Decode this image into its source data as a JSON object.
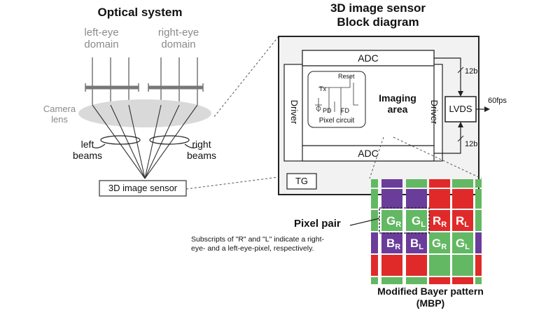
{
  "optical": {
    "title": "Optical system",
    "left_domain": "left-eye\ndomain",
    "right_domain": "right-eye\ndomain",
    "camera_lens": "Camera\nlens",
    "left_beams": "left\nbeams",
    "right_beams": "right\nbeams",
    "sensor_box": "3D image sensor"
  },
  "block": {
    "title": "3D image sensor\nBlock diagram",
    "adc_top": "ADC",
    "adc_bottom": "ADC",
    "driver_left": "Driver",
    "driver_right": "Driver",
    "reset": "Reset",
    "tx": "Tx",
    "pd": "PD",
    "fd": "FD",
    "pixel_circuit": "Pixel circuit",
    "imaging_area": "Imaging\narea",
    "lvds": "LVDS",
    "bits_top": "12b",
    "bits_bottom": "12b",
    "fps": "60fps",
    "tg": "TG"
  },
  "bayer": {
    "pixel_pair_label": "Pixel pair",
    "note": "Subscripts of \"R\" and \"L\" indicate a right-\neye- and a left-eye-pixel, respectively.",
    "title": "Modified Bayer pattern\n(MBP)",
    "cells": [
      {
        "letter": "G",
        "sub": "R"
      },
      {
        "letter": "G",
        "sub": "L"
      },
      {
        "letter": "R",
        "sub": "R"
      },
      {
        "letter": "R",
        "sub": "L"
      },
      {
        "letter": "B",
        "sub": "R"
      },
      {
        "letter": "B",
        "sub": "L"
      },
      {
        "letter": "G",
        "sub": "R"
      },
      {
        "letter": "G",
        "sub": "L"
      }
    ],
    "colors": {
      "green": "#63b863",
      "red": "#e02a2a",
      "purple": "#6a3d9a"
    }
  }
}
